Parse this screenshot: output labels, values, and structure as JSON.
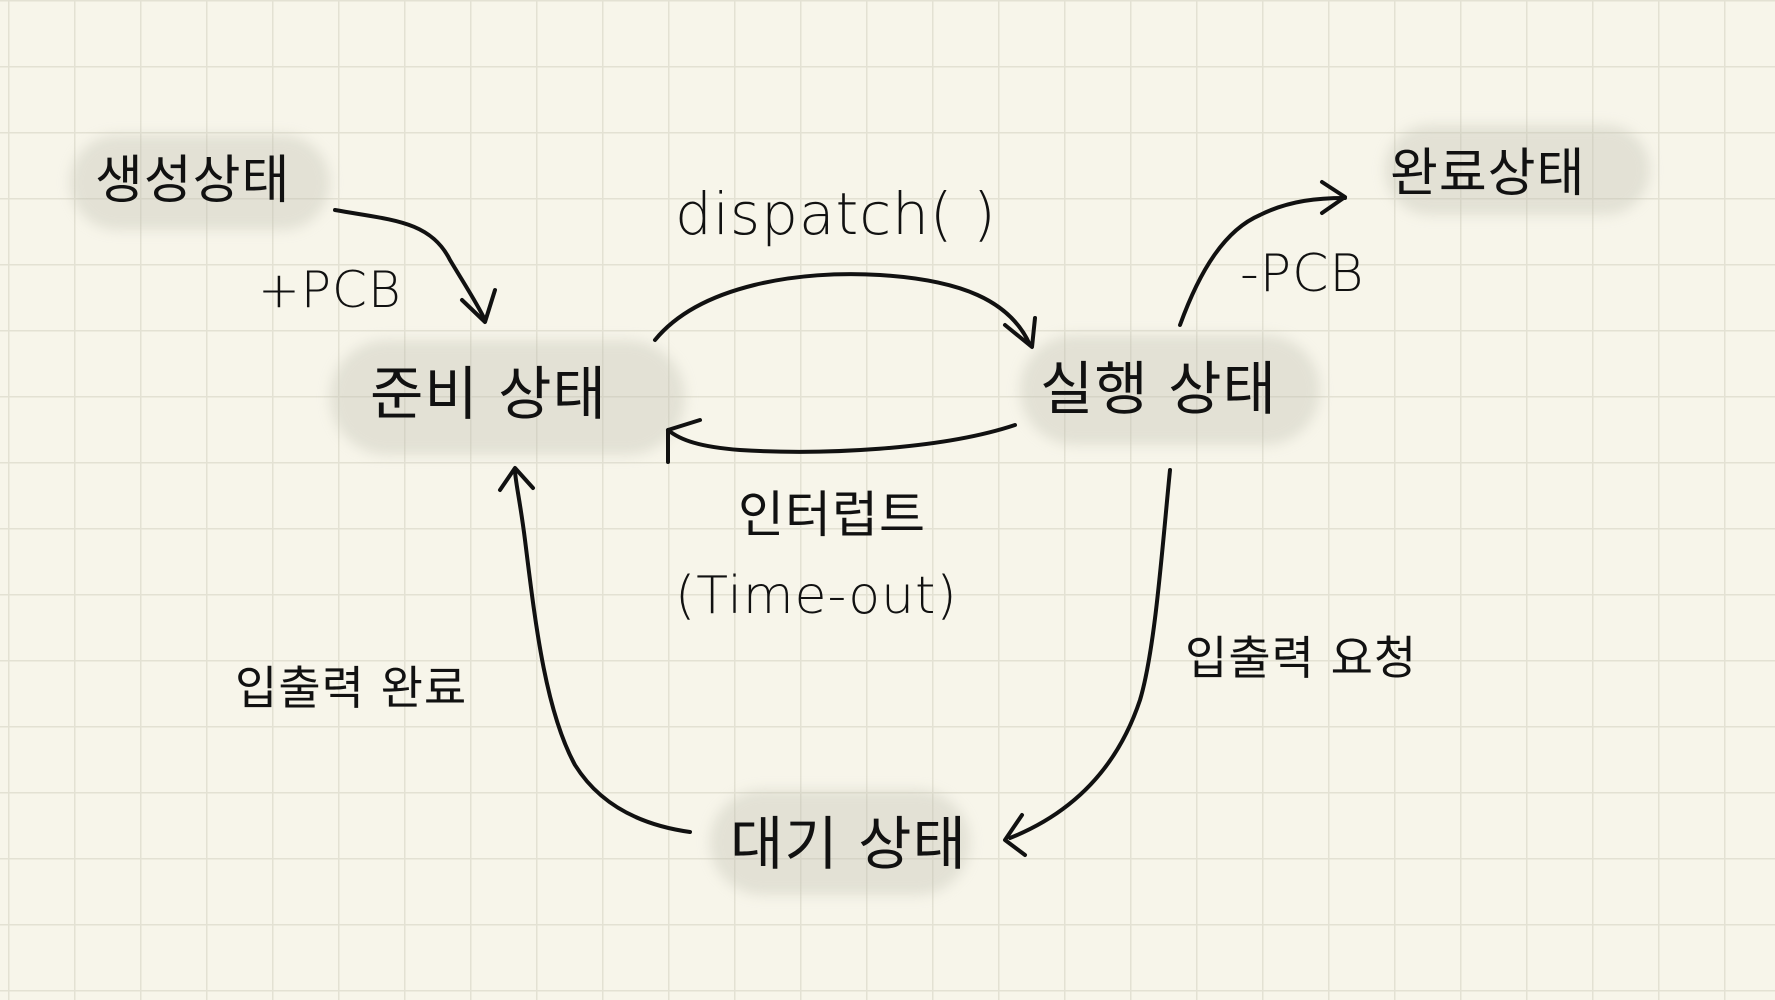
{
  "states": {
    "new": "생성상태",
    "ready": "준비 상태",
    "running": "실행 상태",
    "terminated": "완료상태",
    "waiting": "대기 상태"
  },
  "edges": {
    "admit": "+PCB",
    "dispatch": "dispatch( )",
    "interrupt_line1": "인터럽트",
    "interrupt_line2": "(Time-out)",
    "exit": "-PCB",
    "io_request": "입출력 요청",
    "io_complete": "입출력 완료"
  },
  "colors": {
    "ink": "#111111",
    "paper": "#f7f5ea",
    "grid": "#e3e1d3",
    "highlight": "#bebcaf"
  }
}
